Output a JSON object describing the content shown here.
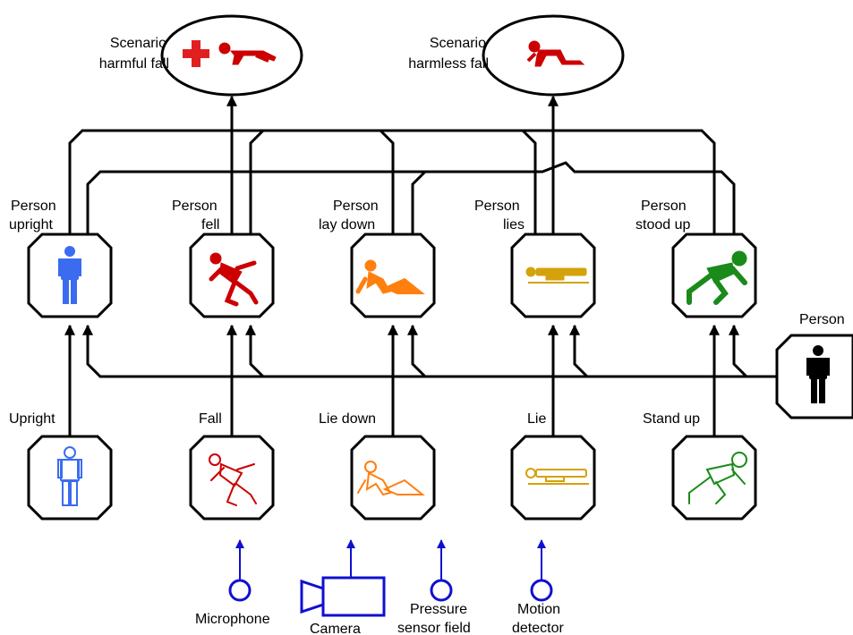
{
  "colors": {
    "upright": "#3b6cf0",
    "fall": "#cc0000",
    "lie_down": "#ff7f0f",
    "lie": "#d4a20a",
    "stand_up": "#1a8a1a",
    "person": "#000000",
    "sensor": "#1010d0",
    "cross": "#e02020"
  },
  "scenarios": [
    {
      "id": "harmful",
      "line1": "Scenario",
      "line2": "harmful fall",
      "icons": [
        "red-cross-icon",
        "crawling-person-icon"
      ]
    },
    {
      "id": "harmless",
      "line1": "Scenario",
      "line2": "harmless fall",
      "icons": [
        "kneeling-person-icon"
      ]
    }
  ],
  "states": [
    {
      "id": "upright",
      "line1": "Person",
      "line2": "upright",
      "icon": "standing-person-icon",
      "color": "#3b6cf0"
    },
    {
      "id": "fell",
      "line1": "Person",
      "line2": "fell",
      "icon": "falling-person-icon",
      "color": "#cc0000"
    },
    {
      "id": "laydown",
      "line1": "Person",
      "line2": "lay down",
      "icon": "reclining-person-icon",
      "color": "#ff7f0f"
    },
    {
      "id": "lies",
      "line1": "Person",
      "line2": "lies",
      "icon": "lying-person-icon",
      "color": "#d4a20a"
    },
    {
      "id": "stoodup",
      "line1": "Person",
      "line2": "stood up",
      "icon": "getting-up-person-icon",
      "color": "#1a8a1a"
    }
  ],
  "events": [
    {
      "id": "upright",
      "label": "Upright",
      "icon": "standing-person-outline-icon",
      "color": "#3b6cf0"
    },
    {
      "id": "fall",
      "label": "Fall",
      "icon": "falling-person-outline-icon",
      "color": "#cc0000"
    },
    {
      "id": "liedown",
      "label": "Lie down",
      "icon": "reclining-person-outline-icon",
      "color": "#ff7f0f"
    },
    {
      "id": "lie",
      "label": "Lie",
      "icon": "lying-person-outline-icon",
      "color": "#d4a20a"
    },
    {
      "id": "standup",
      "label": "Stand up",
      "icon": "getting-up-person-outline-icon",
      "color": "#1a8a1a"
    }
  ],
  "person_node": {
    "label": "Person",
    "icon": "person-icon"
  },
  "sensors": [
    {
      "id": "microphone",
      "line1": "Microphone",
      "line2": "",
      "icon": "microphone-icon"
    },
    {
      "id": "camera",
      "line1": "Camera",
      "line2": "",
      "icon": "camera-icon"
    },
    {
      "id": "pressure",
      "line1": "Pressure",
      "line2": "sensor field",
      "icon": "pressure-sensor-icon"
    },
    {
      "id": "motion",
      "line1": "Motion",
      "line2": "detector",
      "icon": "motion-detector-icon"
    }
  ]
}
